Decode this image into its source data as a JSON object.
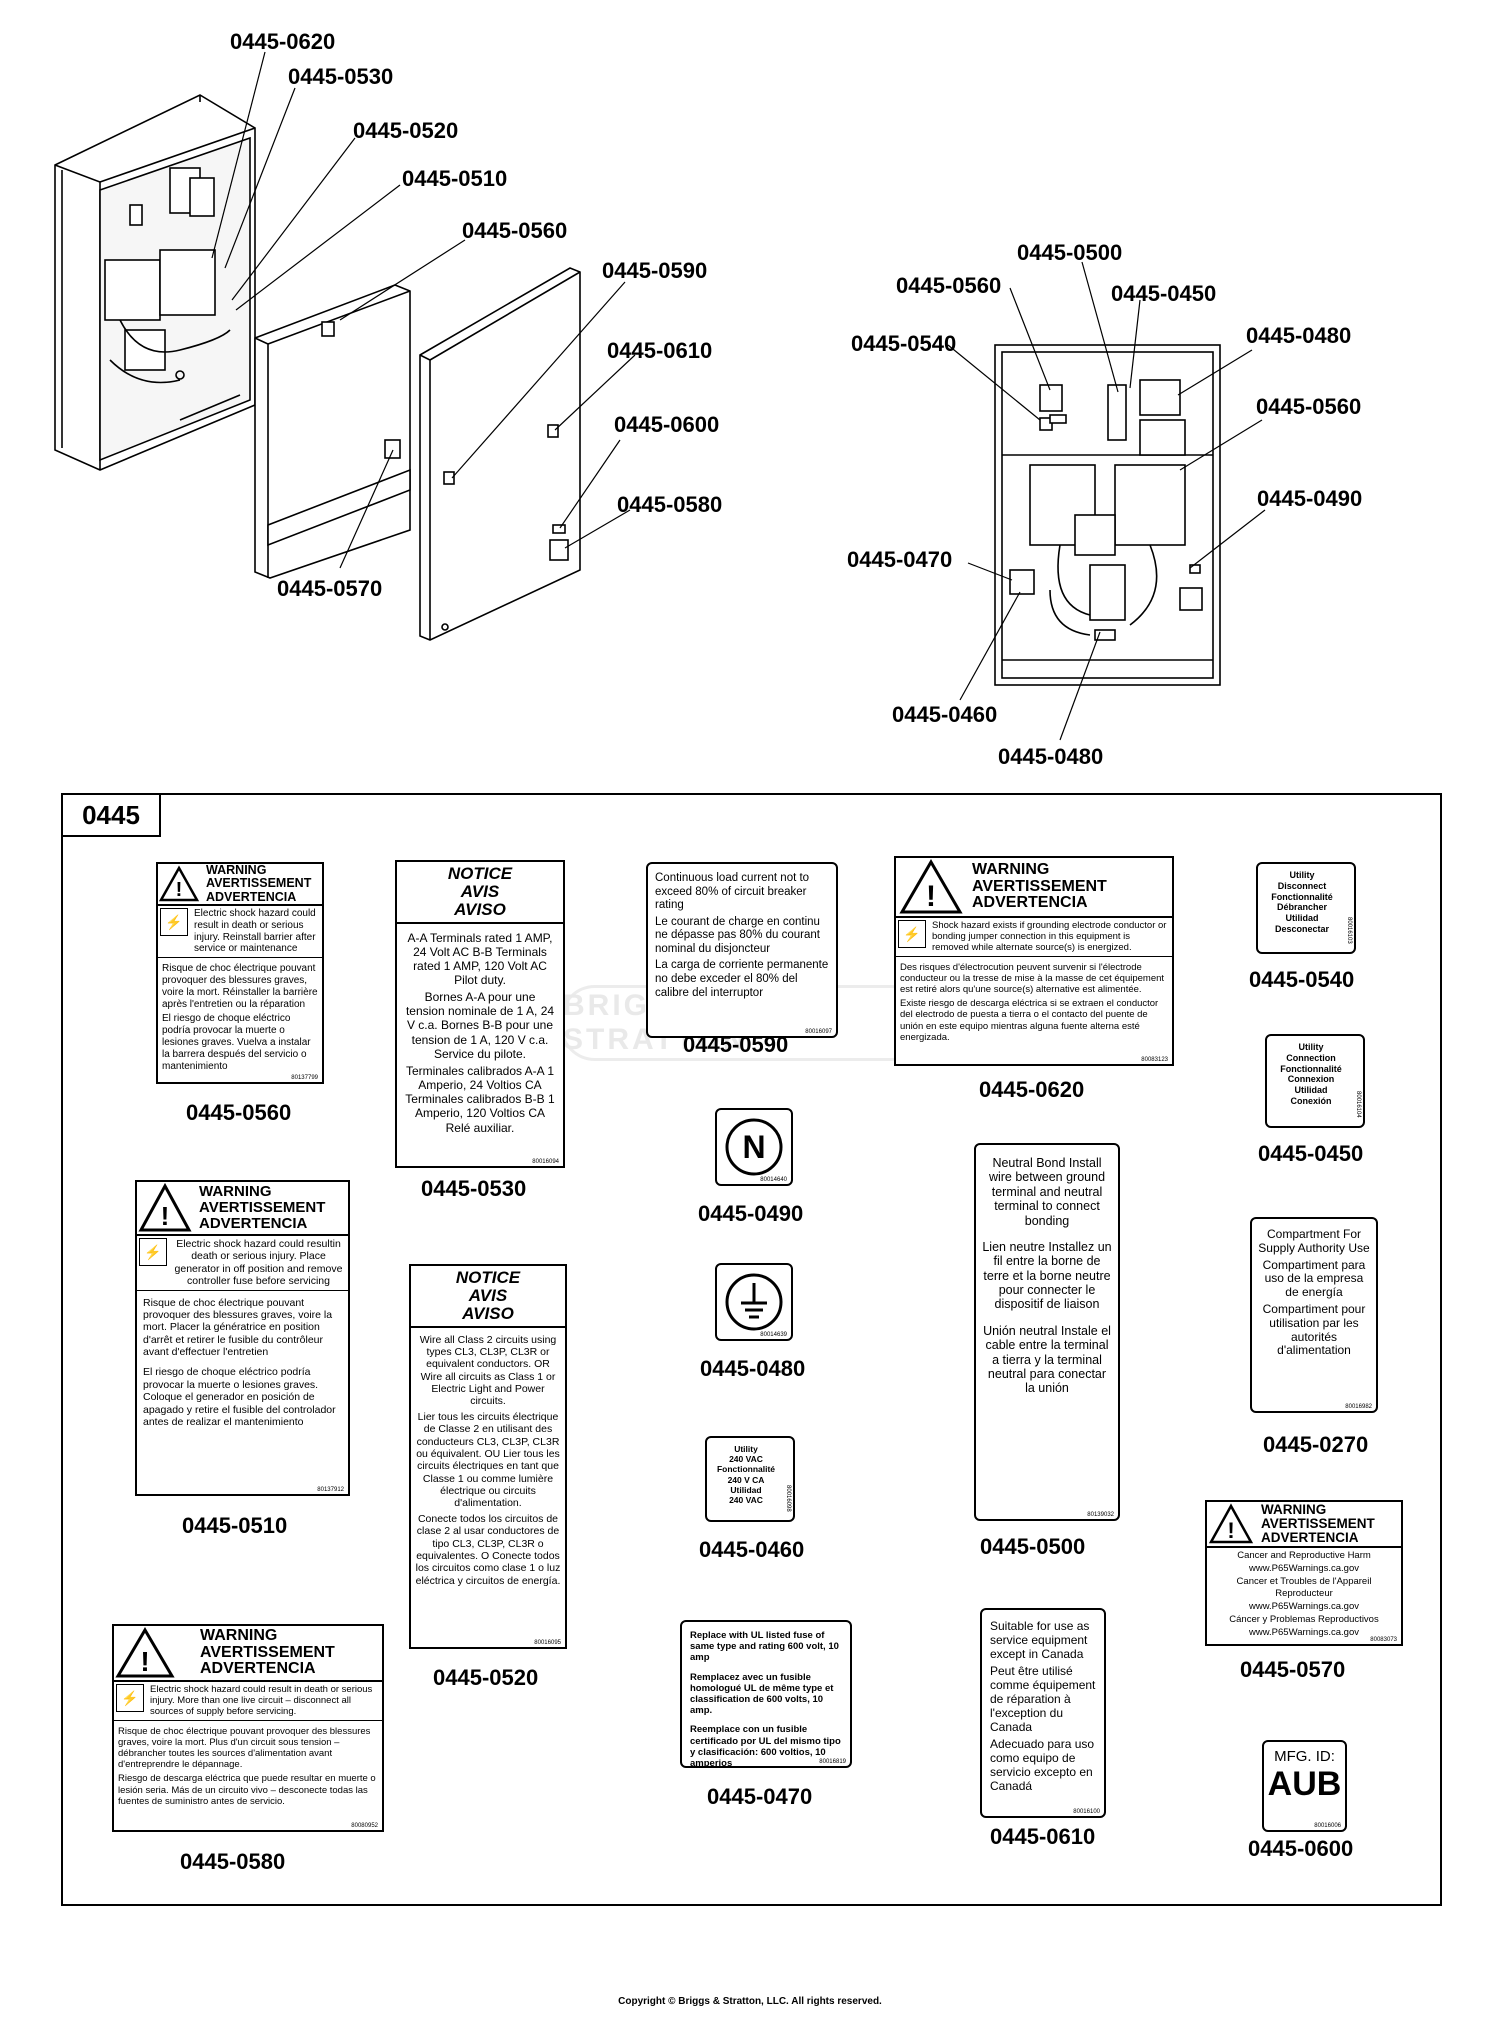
{
  "callouts_top": [
    {
      "id": "c1",
      "label": "0445-0620"
    },
    {
      "id": "c2",
      "label": "0445-0530"
    },
    {
      "id": "c3",
      "label": "0445-0520"
    },
    {
      "id": "c4",
      "label": "0445-0510"
    },
    {
      "id": "c5",
      "label": "0445-0560"
    },
    {
      "id": "c6",
      "label": "0445-0590"
    },
    {
      "id": "c7",
      "label": "0445-0610"
    },
    {
      "id": "c8",
      "label": "0445-0600"
    },
    {
      "id": "c9",
      "label": "0445-0580"
    },
    {
      "id": "c10",
      "label": "0445-0570"
    },
    {
      "id": "c11",
      "label": "0445-0500"
    },
    {
      "id": "c12",
      "label": "0445-0560"
    },
    {
      "id": "c13",
      "label": "0445-0450"
    },
    {
      "id": "c14",
      "label": "0445-0540"
    },
    {
      "id": "c15",
      "label": "0445-0480"
    },
    {
      "id": "c16",
      "label": "0445-0560"
    },
    {
      "id": "c17",
      "label": "0445-0490"
    },
    {
      "id": "c18",
      "label": "0445-0470"
    },
    {
      "id": "c19",
      "label": "0445-0460"
    },
    {
      "id": "c20",
      "label": "0445-0480"
    }
  ],
  "kit": {
    "title": "0445",
    "watermark": "BRIGGS & STRATTON"
  },
  "decals": {
    "d0560": {
      "part": "0445-0560",
      "head": [
        "WARNING",
        "AVERTISSEMENT",
        "ADVERTENCIA"
      ],
      "shock": "Electric shock hazard could result in death or serious injury. Reinstall barrier after service or maintenance",
      "fr": "Risque de choc électrique pouvant provoquer des blessures graves, voire la mort. Réinstaller la barrière après l'entretien ou la réparation",
      "es": "El riesgo de choque eléctrico podría provocar la muerte o lesiones graves. Vuelva a instalar la barrera después del servicio o mantenimiento",
      "code": "80137799"
    },
    "d0530": {
      "part": "0445-0530",
      "notice": [
        "NOTICE",
        "AVIS",
        "AVISO"
      ],
      "en": "A-A Terminals rated 1 AMP, 24 Volt AC B-B Terminals rated 1 AMP, 120 Volt AC Pilot duty.",
      "fr": "Bornes A-A pour une tension nominale de 1 A, 24 V c.a. Bornes B-B pour une tension de 1 A, 120 V c.a. Service du pilote.",
      "es": "Terminales calibrados A-A 1 Amperio, 24 Voltios CA Terminales calibrados B-B 1 Amperio, 120 Voltios CA Relé auxiliar.",
      "code": "80016094"
    },
    "d0590": {
      "part": "0445-0590",
      "en": "Continuous load current not to exceed 80% of circuit breaker rating",
      "fr": "Le courant de charge en continu ne dépasse pas 80% du courant nominal du disjoncteur",
      "es": "La carga de corriente permanente no debe exceder el 80% del calibre del interruptor",
      "code": "80016097"
    },
    "d0620": {
      "part": "0445-0620",
      "head": [
        "WARNING",
        "AVERTISSEMENT",
        "ADVERTENCIA"
      ],
      "shock": "Shock hazard exists if grounding electrode conductor or bonding jumper connection in this equipment is removed while alternate source(s) is energized.",
      "fr": "Des risques d'électrocution peuvent survenir si l'électrode conducteur ou la tresse de mise à la masse de cet équipement est retiré alors qu'une source(s) alternative est alimentée.",
      "es": "Existe riesgo de descarga eléctrica si se extraen el conductor del electrodo de puesta a tierra o el contacto del puente de unión en este equipo mientras alguna fuente alterna esté energizada.",
      "code": "80083123"
    },
    "d0540": {
      "part": "0445-0540",
      "lines": [
        "Utility",
        "Disconnect",
        "Fonctionnalité",
        "Débrancher",
        "Utilidad",
        "Desconectar"
      ],
      "code": "80016103"
    },
    "d0450": {
      "part": "0445-0450",
      "lines": [
        "Utility",
        "Connection",
        "Fonctionnalité",
        "Connexion",
        "Utilidad",
        "Conexión"
      ],
      "code": "80016104"
    },
    "d0510": {
      "part": "0445-0510",
      "head": [
        "WARNING",
        "AVERTISSEMENT",
        "ADVERTENCIA"
      ],
      "shock": "Electric shock hazard could resultin death or serious injury. Place generator in off position and remove controller fuse before servicing",
      "fr": "Risque de choc électrique pouvant provoquer des blessures graves, voire la mort. Placer la génératrice en position d'arrêt et retirer le fusible du contrôleur avant d'effectuer l'entretien",
      "es": "El riesgo de choque eléctrico podría provocar la muerte o lesiones graves. Coloque el generador en posición de apagado y retire el fusible del controlador antes de realizar el mantenimiento",
      "code": "80137912"
    },
    "d0490": {
      "part": "0445-0490",
      "symbol": "N",
      "code": "80014640"
    },
    "d0500": {
      "part": "0445-0500",
      "en": "Neutral Bond Install wire between ground terminal and neutral terminal to connect bonding",
      "fr": "Lien neutre Installez un fil entre la borne de terre et la borne neutre pour connecter le dispositif de liaison",
      "es": "Unión neutral Instale el cable entre la terminal a tierra y la terminal neutral para conectar la unión",
      "code": "80139032"
    },
    "d0270": {
      "part": "0445-0270",
      "en": "Compartment For Supply Authority Use",
      "fr": "Compartiment para uso de la empresa de energía",
      "fr2": "Compartiment pour utilisation par les autorités d'alimentation",
      "code": "80016982"
    },
    "d0520": {
      "part": "0445-0520",
      "notice": [
        "NOTICE",
        "AVIS",
        "AVISO"
      ],
      "en": "Wire all Class 2 circuits using types CL3, CL3P, CL3R or equivalent conductors. OR Wire all circuits as Class 1 or Electric Light and Power circuits.",
      "fr": "Lier tous les circuits électrique de Classe 2 en utilisant des conducteurs CL3, CL3P, CL3R ou équivalent. OU Lier tous les circuits électriques en tant que Classe 1 ou comme lumière électrique ou circuits d'alimentation.",
      "es": "Conecte todos los circuitos de clase 2 al usar conductores de tipo CL3, CL3P, CL3R o equivalentes. O Conecte todos los circuitos como clase 1 o luz eléctrica y circuitos de energía.",
      "code": "80016095"
    },
    "d0480": {
      "part": "0445-0480",
      "code": "80014639"
    },
    "d0460": {
      "part": "0445-0460",
      "lines": [
        "Utility",
        "240 VAC",
        "Fonctionnalité",
        "240 V CA",
        "Utilidad",
        "240 VAC"
      ],
      "code": "80016098"
    },
    "d0570": {
      "part": "0445-0570",
      "head": [
        "WARNING",
        "AVERTISSEMENT",
        "ADVERTENCIA"
      ],
      "lines": [
        "Cancer and Reproductive Harm",
        "www.P65Warnings.ca.gov",
        "Cancer et Troubles de l'Appareil Reproducteur",
        "www.P65Warnings.ca.gov",
        "Cáncer y Problemas Reproductivos",
        "www.P65Warnings.ca.gov"
      ],
      "code": "80083073"
    },
    "d0580": {
      "part": "0445-0580",
      "head": [
        "WARNING",
        "AVERTISSEMENT",
        "ADVERTENCIA"
      ],
      "shock": "Electric shock hazard could result in death or serious injury. More than one live circuit – disconnect all sources of supply before servicing.",
      "fr": "Risque de choc électrique pouvant provoquer des blessures graves, voire la mort. Plus d'un circuit sous tension – débrancher toutes les sources d'alimentation avant d'entreprendre le dépannage.",
      "es": "Riesgo de descarga eléctrica que puede resultar en muerte o lesión seria. Más de un circuito vivo – desconecte todas las fuentes de suministro antes de servicio.",
      "code": "80080952"
    },
    "d0470": {
      "part": "0445-0470",
      "en": "Replace with UL listed fuse of same type and rating 600 volt, 10 amp",
      "fr": "Remplacez avec un fusible homologué UL de même type et classification de 600 volts, 10 amp.",
      "es": "Reemplace con un fusible certificado por UL del mismo tipo y clasificación: 600 voltios, 10 amperios",
      "code": "80016819"
    },
    "d0610": {
      "part": "0445-0610",
      "en": "Suitable for use as service equipment except in Canada",
      "fr": "Peut être utilisé comme équipement de réparation à l'exception du Canada",
      "es": "Adecuado para uso como equipo de servicio excepto en Canadá",
      "code": "80016100"
    },
    "d0600": {
      "part": "0445-0600",
      "label": "MFG. ID:",
      "id": "AUB",
      "code": "80016006"
    }
  },
  "footer": {
    "copyright": "Copyright © Briggs & Stratton, LLC. All rights reserved."
  }
}
